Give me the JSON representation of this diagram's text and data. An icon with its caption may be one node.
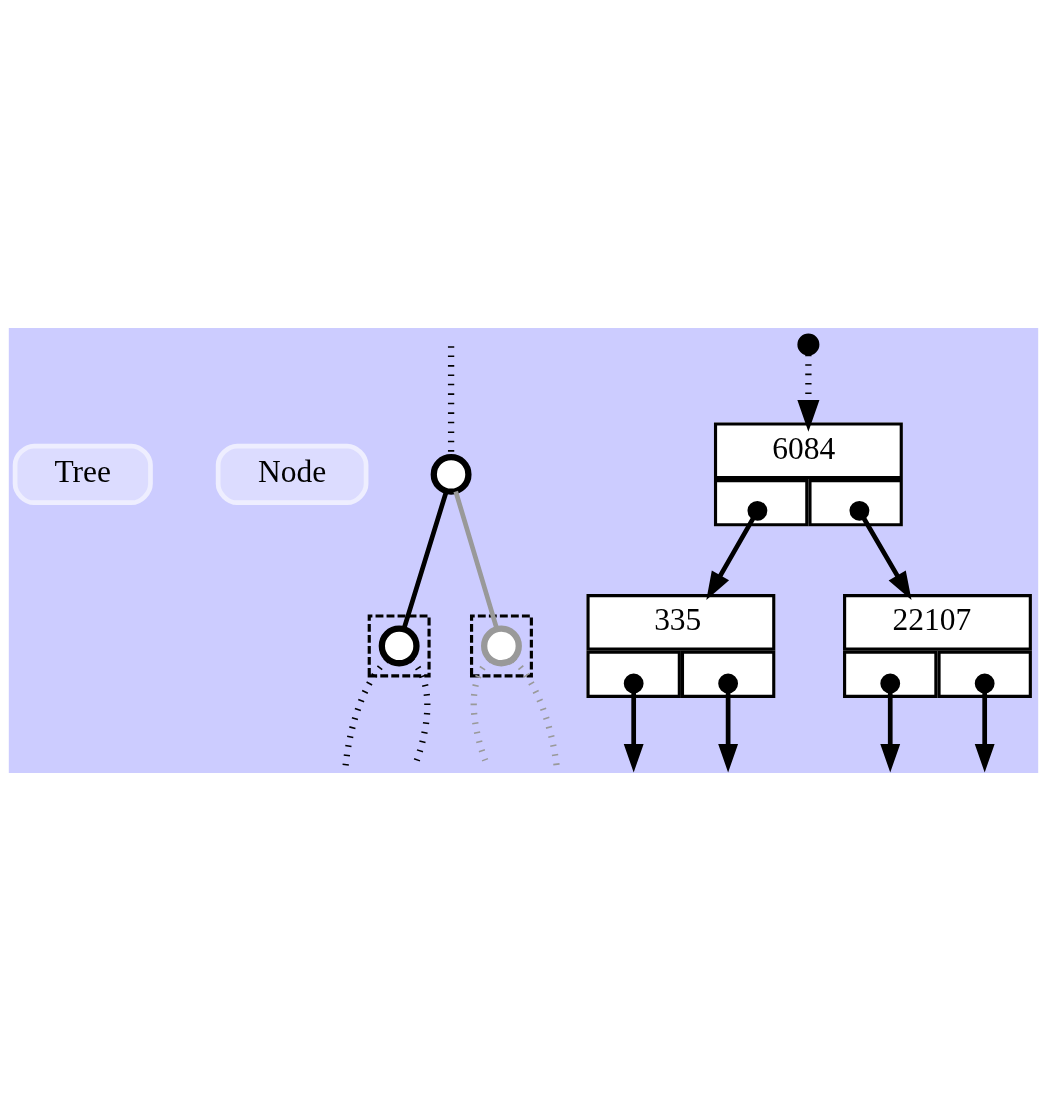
{
  "diagram": {
    "nodes": [
      {
        "text": [
          "Tree"
        ]
      },
      {
        "text": [
          "Node"
        ]
      },
      {
        "text": [],
        "shape": "circle"
      },
      {
        "text": [],
        "shape": "triangle"
      },
      {
        "text": [],
        "shape": "circle",
        "in": 3
      },
      {
        "text": [],
        "shape": "triangle"
      },
      {
        "text": [],
        "shape": "circle",
        "in": 5
      },
      {
        "text": [],
        "shape": "dot"
      },
      {
        "text": [
          "6084"
        ]
      },
      {
        "text": [
          "335"
        ]
      },
      {
        "text": [
          "22107"
        ]
      }
    ],
    "edges": [
      {
        "from": null,
        "to": 2,
        "arrow": "none",
        "style": "dashed"
      },
      {
        "from": 2,
        "to": 4,
        "arrow": "none"
      },
      {
        "from": 2,
        "to": 6,
        "arrow": "none",
        "color": "#999999"
      },
      {
        "from": 4,
        "to": null,
        "arrow": "none",
        "style": "dashed"
      },
      {
        "from": 4,
        "to": null,
        "arrow": "none",
        "style": "dashed"
      },
      {
        "from": 6,
        "to": null,
        "arrow": "none",
        "style": "dashed",
        "color": "#999999"
      },
      {
        "from": 6,
        "to": null,
        "arrow": "none",
        "style": "dashed",
        "color": "#999999"
      },
      {
        "from": 7,
        "to": 8,
        "arrow": "to",
        "style": "dashed"
      },
      {
        "from": 8,
        "to": 9,
        "arrow": "to"
      },
      {
        "from": 8,
        "to": 10,
        "arrow": "to"
      },
      {
        "from": 9,
        "to": null,
        "arrow": "to"
      },
      {
        "from": 9,
        "to": null,
        "arrow": "to"
      },
      {
        "from": 10,
        "to": null,
        "arrow": "to"
      },
      {
        "from": 10,
        "to": null,
        "arrow": "to"
      }
    ]
  }
}
